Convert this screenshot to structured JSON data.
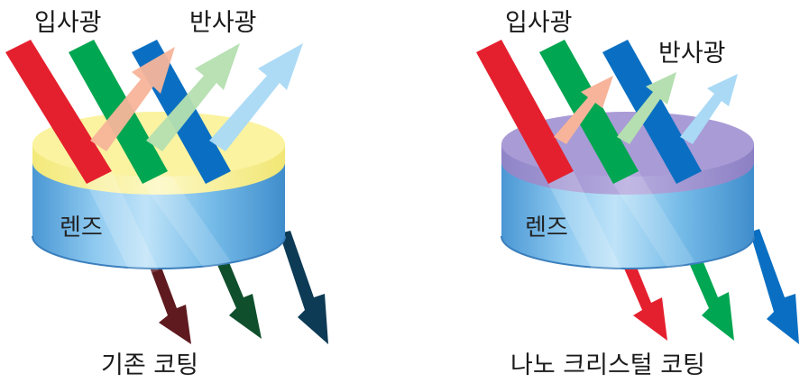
{
  "left_panel": {
    "incident_label": "입사광",
    "reflected_label": "반사광",
    "lens_label": "렌즈",
    "caption": "기존 코팅"
  },
  "right_panel": {
    "incident_label": "입사광",
    "reflected_label": "반사광",
    "lens_label": "렌즈",
    "caption": "나노 크리스털 코팅"
  },
  "colors": {
    "red": "#e5202e",
    "green": "#00a651",
    "blue": "#0a6fc2",
    "reflected_red": "#f7b49a",
    "reflected_green": "#b5dfb0",
    "reflected_blue": "#a9d9f5",
    "transmitted_red_left": "#5e1a1f",
    "transmitted_green_left": "#0f4f2c",
    "transmitted_blue_left": "#0d3a55",
    "coating_left": "#fbf3a0",
    "coating_right": "#a99bd6",
    "lens_body": "#6fb6e3"
  }
}
